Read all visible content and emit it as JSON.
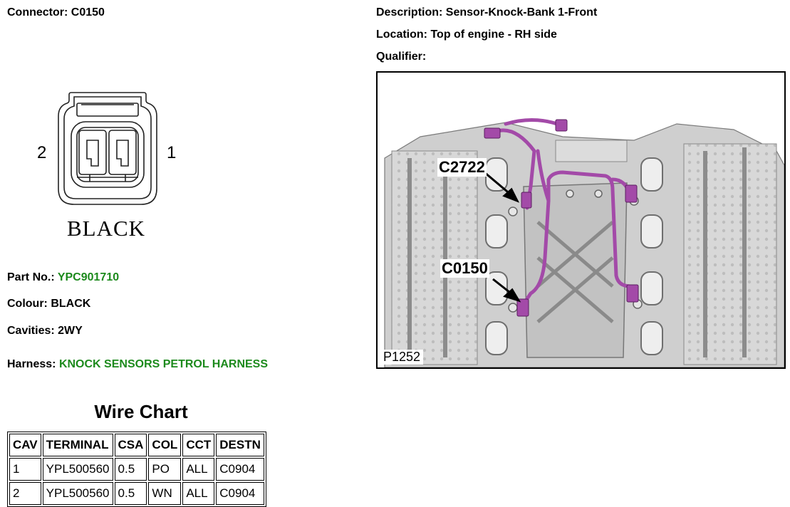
{
  "connector": {
    "label": "Connector:",
    "value": "C0150"
  },
  "description": {
    "label": "Description:",
    "value": "Sensor-Knock-Bank 1-Front"
  },
  "location": {
    "label": "Location:",
    "value": "Top of engine - RH side"
  },
  "qualifier": {
    "label": "Qualifier:",
    "value": ""
  },
  "diagram": {
    "pin_left": "2",
    "pin_right": "1",
    "color_label": "BLACK"
  },
  "part_no": {
    "label": "Part No.:",
    "value": "YPC901710"
  },
  "colour": {
    "label": "Colour:",
    "value": "BLACK"
  },
  "cavities": {
    "label": "Cavities:",
    "value": "2WY"
  },
  "harness": {
    "label": "Harness:",
    "value": "KNOCK SENSORS PETROL HARNESS"
  },
  "wire_chart": {
    "title": "Wire Chart",
    "headers": [
      "CAV",
      "TERMINAL",
      "CSA",
      "COL",
      "CCT",
      "DESTN"
    ],
    "rows": [
      [
        "1",
        "YPL500560",
        "0.5",
        "PO",
        "ALL",
        "C0904"
      ],
      [
        "2",
        "YPL500560",
        "0.5",
        "WN",
        "ALL",
        "C0904"
      ]
    ]
  },
  "photo": {
    "callout_top": "C2722",
    "callout_bottom": "C0150",
    "figure_id": "P1252"
  },
  "colors": {
    "link_green": "#1c8a1c",
    "harness_purple": "#a34aa8"
  }
}
